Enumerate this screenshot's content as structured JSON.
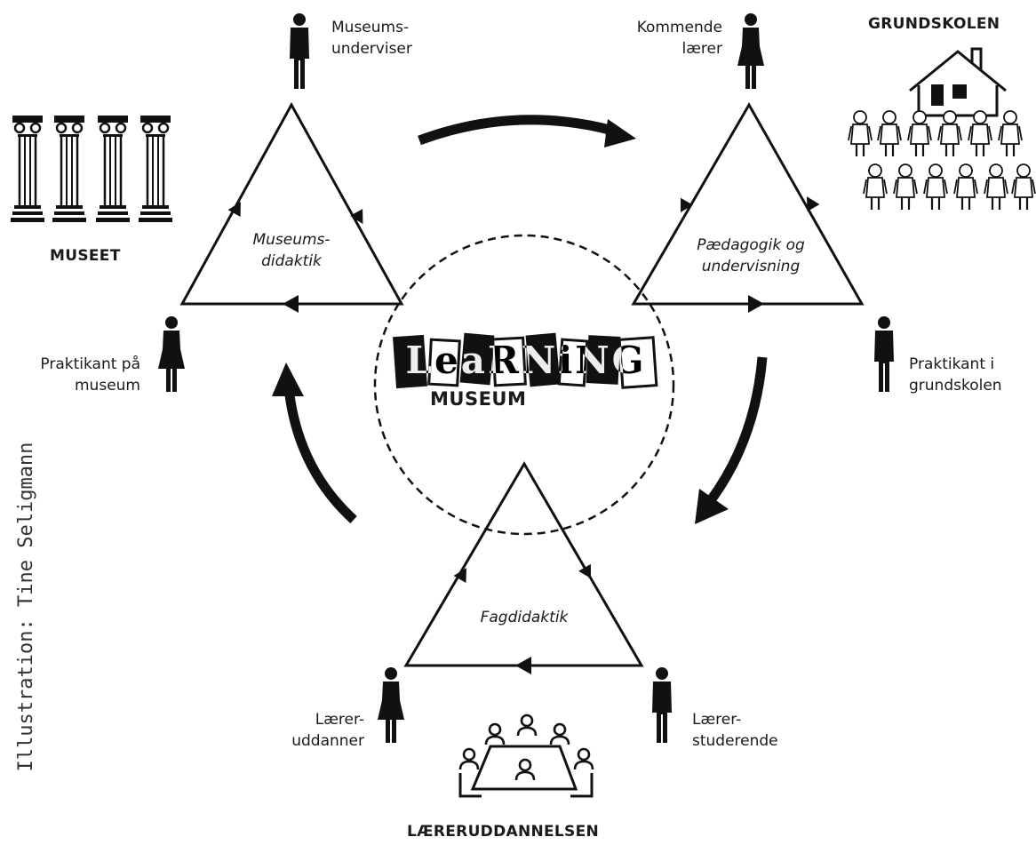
{
  "nodes": {
    "museums_underviser": [
      "Museums-",
      "underviser"
    ],
    "kommende_laerer": [
      "Kommende",
      "lærer"
    ],
    "praktikant_museum": [
      "Praktikant på",
      "museum"
    ],
    "praktikant_grundskolen": [
      "Praktikant i",
      "grundskolen"
    ],
    "laereruddanner": [
      "Lærer-",
      "uddanner"
    ],
    "laererstuderende": [
      "Lærer-",
      "studerende"
    ]
  },
  "triangles": {
    "museum": [
      "Museums-",
      "didaktik"
    ],
    "school": [
      "Pædagogik og",
      "undervisning"
    ],
    "education": [
      "Fagdidaktik"
    ]
  },
  "institutions": {
    "museum": "MUSEET",
    "school": "GRUNDSKOLEN",
    "education": "LÆRERUDDANNELSEN"
  },
  "center": {
    "logo": "LeaRNiNG",
    "subtitle": "MUSEUM"
  },
  "credit": "Illustration: Tine Seligmann"
}
